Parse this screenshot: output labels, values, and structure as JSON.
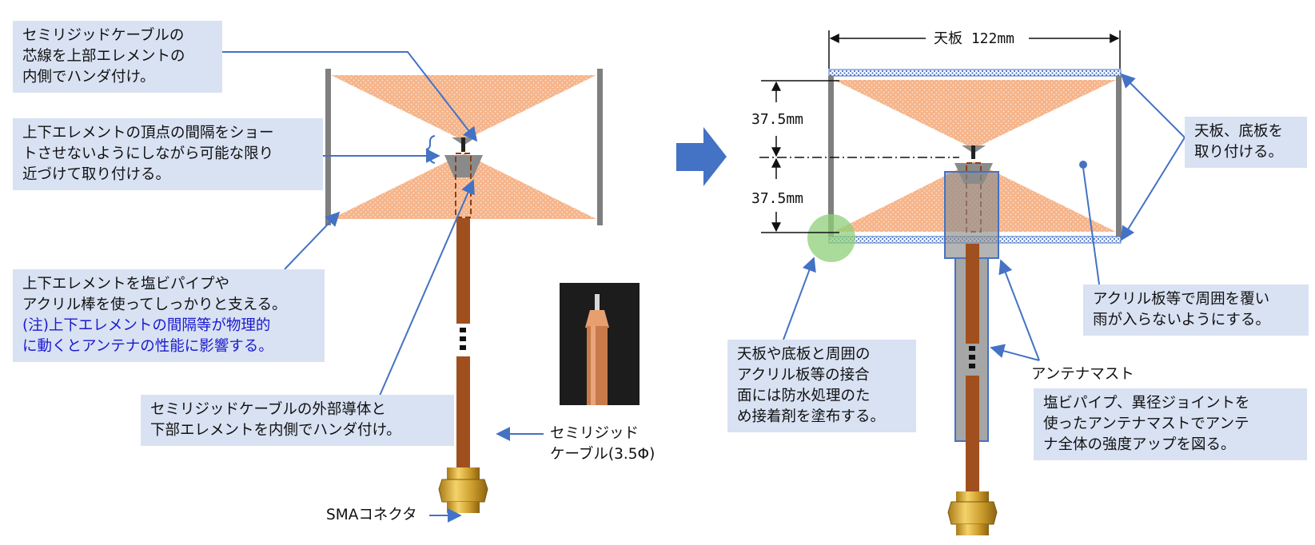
{
  "left": {
    "callout_core": [
      "セミリジッドケーブルの",
      "芯線を上部エレメントの",
      "内側でハンダ付け。"
    ],
    "callout_gap": [
      "上下エレメントの頂点の間隔をショー",
      "トさせないようにしながら可能な限り",
      "近づけて取り付ける。"
    ],
    "callout_support": [
      "上下エレメントを塩ビパイプや",
      "アクリル棒を使ってしっかりと支える。"
    ],
    "callout_support_note": [
      "(注)上下エレメントの間隔等が物理的",
      "に動くとアンテナの性能に影響する。"
    ],
    "callout_shield": [
      "セミリジッドケーブルの外部導体と",
      "下部エレメントを内側でハンダ付け。"
    ],
    "cable_label": [
      "セミリジッド",
      "ケーブル(3.5Φ)"
    ],
    "connector_label": "SMAコネクタ"
  },
  "right": {
    "top_plate_dim": "天板 122mm",
    "height_upper": "37.5mm",
    "height_lower": "37.5mm",
    "callout_plates": [
      "天板、底板を",
      "取り付ける。"
    ],
    "callout_acrylic": [
      "アクリル板等で周囲を覆い",
      "雨が入らないようにする。"
    ],
    "callout_glue": [
      "天板や底板と周囲の",
      "アクリル板等の接合",
      "面には防水処理のた",
      "め接着剤を塗布する。"
    ],
    "mast_label": "アンテナマスト",
    "callout_mast": [
      "塩ビパイプ、異径ジョイントを",
      "使ったアンテナマストでアンテ",
      "ナ全体の強度アップを図る。"
    ]
  },
  "colors": {
    "element": "#f6b48a",
    "cable": "#a0501e",
    "callout_bg": "#d9e2f3",
    "arrow": "#4472c4",
    "note_text": "#1a1ad0",
    "glue_circle": "#8fcf7a"
  }
}
